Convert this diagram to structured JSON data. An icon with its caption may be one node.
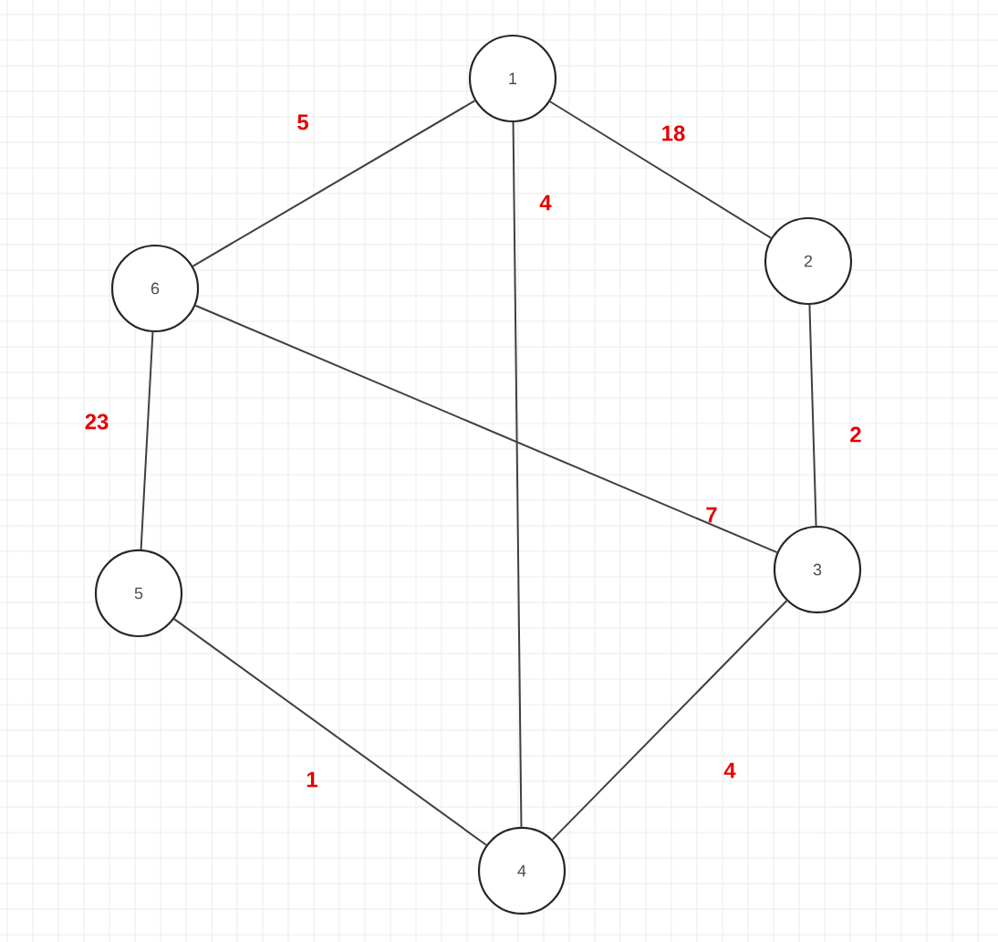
{
  "diagram": {
    "nodes": [
      {
        "text": [
          "1"
        ]
      },
      {
        "text": [
          "2"
        ]
      },
      {
        "text": [
          "3"
        ]
      },
      {
        "text": [
          "4"
        ]
      },
      {
        "text": [
          "5"
        ]
      },
      {
        "text": [
          "6"
        ]
      }
    ],
    "edges": [
      {
        "from": 0,
        "to": 5,
        "arrow": "none",
        "label": "5"
      },
      {
        "from": 0,
        "to": 1,
        "arrow": "none",
        "label": "18"
      },
      {
        "from": 0,
        "to": 3,
        "arrow": "none",
        "label": "4"
      },
      {
        "from": 5,
        "to": 4,
        "arrow": "none",
        "label": "23"
      },
      {
        "from": 1,
        "to": 2,
        "arrow": "none",
        "label": "2"
      },
      {
        "from": 5,
        "to": 2,
        "arrow": "none",
        "label": "7"
      },
      {
        "from": 4,
        "to": 3,
        "arrow": "none",
        "label": "1"
      },
      {
        "from": 2,
        "to": 3,
        "arrow": "none",
        "label": "4"
      }
    ]
  }
}
